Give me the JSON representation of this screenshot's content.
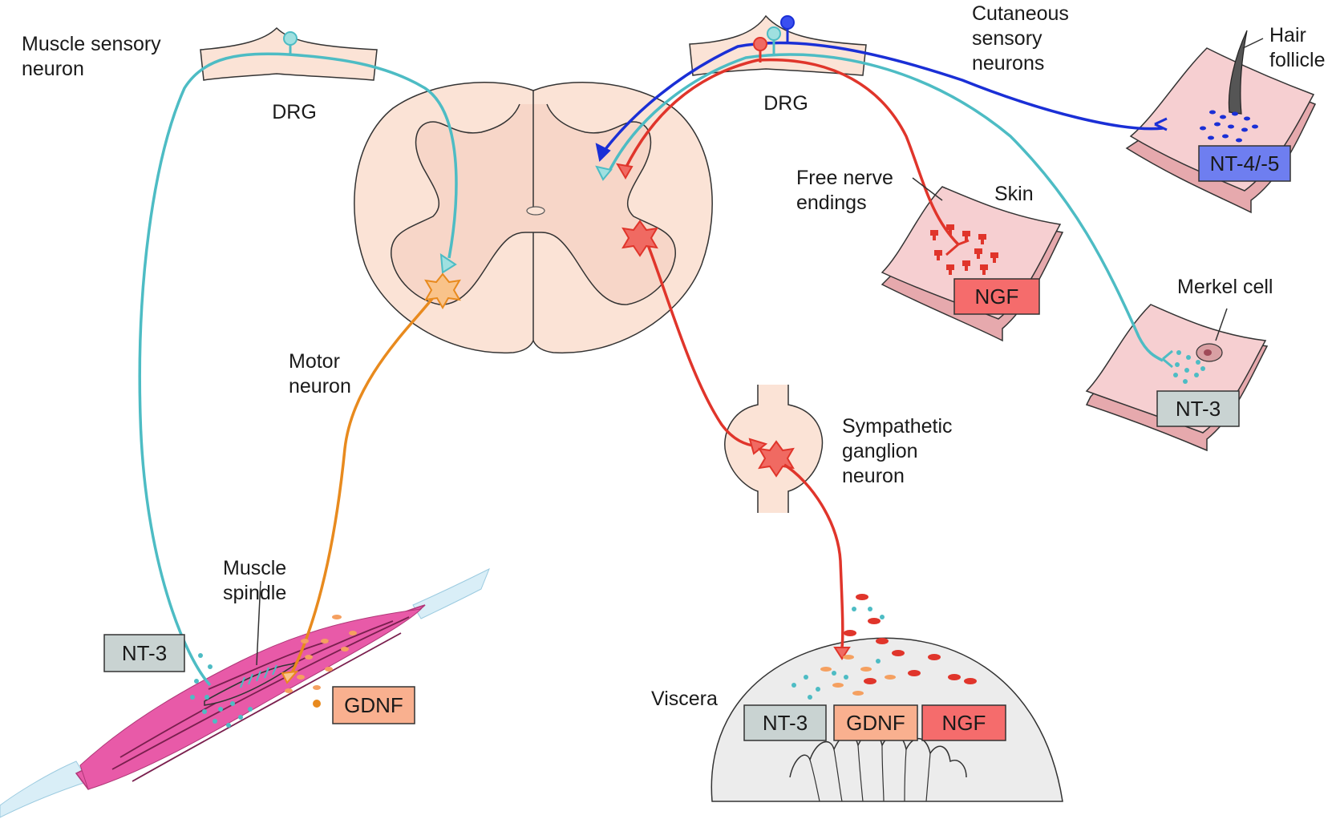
{
  "colors": {
    "muscle_sensory": "#4dbcc4",
    "cutaneous_blue": "#1a2fd6",
    "red_neuron": "#e0352b",
    "motor_orange": "#e88a1e",
    "tissue_fill": "#fbe3d6",
    "skin_fill": "#f6cfd1",
    "muscle_fill": "#e85aa8",
    "grey_box": "#c9d3d2",
    "gdnf_box": "#f9b08f",
    "ngf_box": "#f56c6c",
    "nt45_box": "#6e7ef0",
    "viscera_fill": "#ececec"
  },
  "labels": {
    "muscle_sensory_neuron": [
      "Muscle sensory",
      "neuron"
    ],
    "drg_left": "DRG",
    "drg_right": "DRG",
    "cutaneous_sensory_neurons": [
      "Cutaneous",
      "sensory",
      "neurons"
    ],
    "hair_follicle": [
      "Hair",
      "follicle"
    ],
    "free_nerve_endings": [
      "Free nerve",
      "endings"
    ],
    "skin": "Skin",
    "merkel_cell": "Merkel cell",
    "motor_neuron": [
      "Motor",
      "neuron"
    ],
    "sympathetic_ganglion_neuron": [
      "Sympathetic",
      "ganglion",
      "neuron"
    ],
    "muscle_spindle": [
      "Muscle",
      "spindle"
    ],
    "viscera": "Viscera"
  },
  "factor_boxes": {
    "nt3_muscle": "NT-3",
    "gdnf_muscle": "GDNF",
    "ngf_skin": "NGF",
    "nt45_hair": "NT-4/-5",
    "nt3_merkel": "NT-3",
    "nt3_viscera": "NT-3",
    "gdnf_viscera": "GDNF",
    "ngf_viscera": "NGF"
  }
}
